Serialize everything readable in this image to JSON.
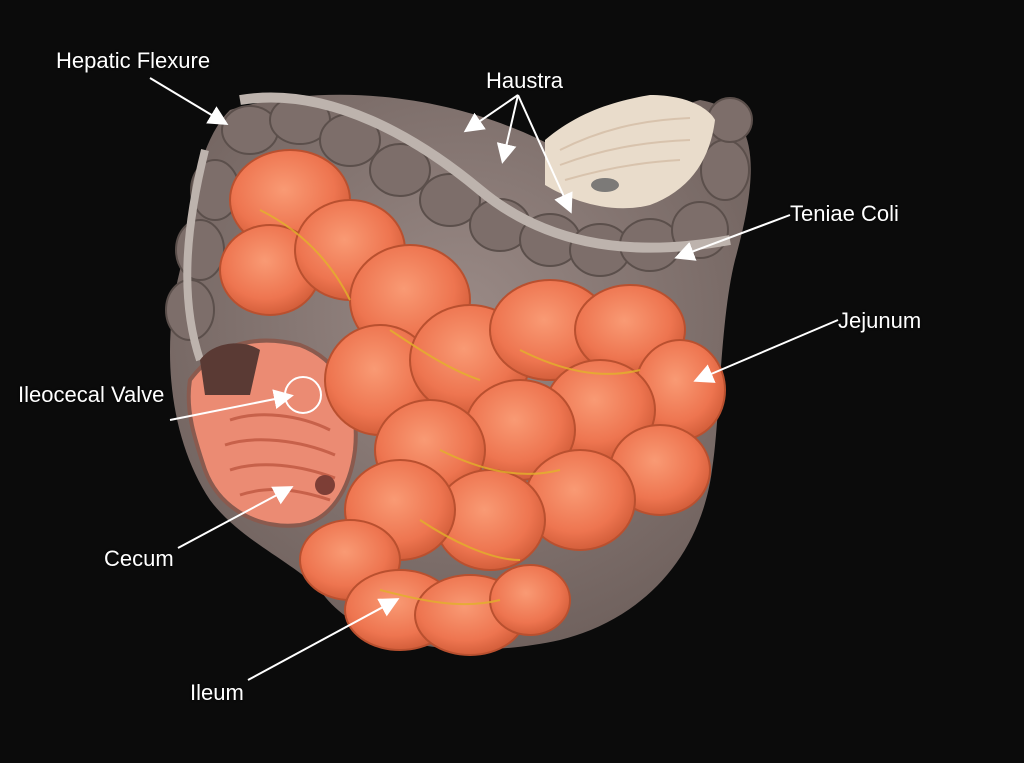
{
  "image": {
    "description_labels": {
      "hepatic_flexure": "Hepatic Flexure",
      "haustra": "Haustra",
      "teniae_coli": "Teniae Coli",
      "jejunum": "Jejunum",
      "ileocecal_valve": "Ileocecal Valve",
      "cecum": "Cecum",
      "ileum": "Ileum"
    }
  },
  "colors": {
    "background": "#0b0b0b",
    "colon": "#8a7a76",
    "small_intestine": "#f07a55",
    "label_text": "#ffffff"
  }
}
